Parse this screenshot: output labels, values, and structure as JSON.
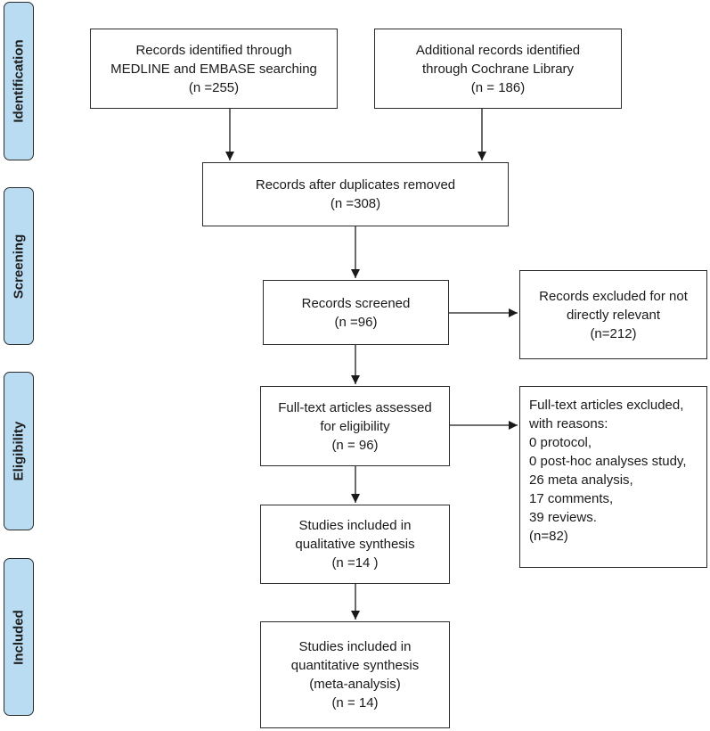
{
  "phases": {
    "identification": "Identification",
    "screening": "Screening",
    "eligibility": "Eligibility",
    "included": "Included"
  },
  "boxes": {
    "medline": [
      "Records identified through",
      "MEDLINE and EMBASE searching",
      "(n =255)"
    ],
    "cochrane": [
      "Additional records identified",
      "through Cochrane Library",
      "(n = 186)"
    ],
    "duplicates": [
      "Records after duplicates removed",
      "(n =308)"
    ],
    "screened": [
      "Records screened",
      "(n =96)"
    ],
    "excluded_relevance": [
      "Records excluded for not",
      "directly relevant",
      "(n=212)"
    ],
    "fulltext": [
      "Full-text articles assessed",
      "for eligibility",
      "(n = 96)"
    ],
    "fulltext_excluded": [
      "Full-text articles excluded,",
      "with reasons:",
      "0 protocol,",
      "0 post-hoc analyses study,",
      "26 meta analysis,",
      "17 comments,",
      "39 reviews.",
      "(n=82)"
    ],
    "qualitative": [
      "Studies included in",
      "qualitative synthesis",
      "(n =14 )"
    ],
    "quantitative": [
      "Studies included in",
      "quantitative synthesis",
      "(meta-analysis)",
      "(n = 14)"
    ]
  },
  "colors": {
    "phase_fill": "#b9dcf2",
    "stroke": "#2b2b2b"
  }
}
